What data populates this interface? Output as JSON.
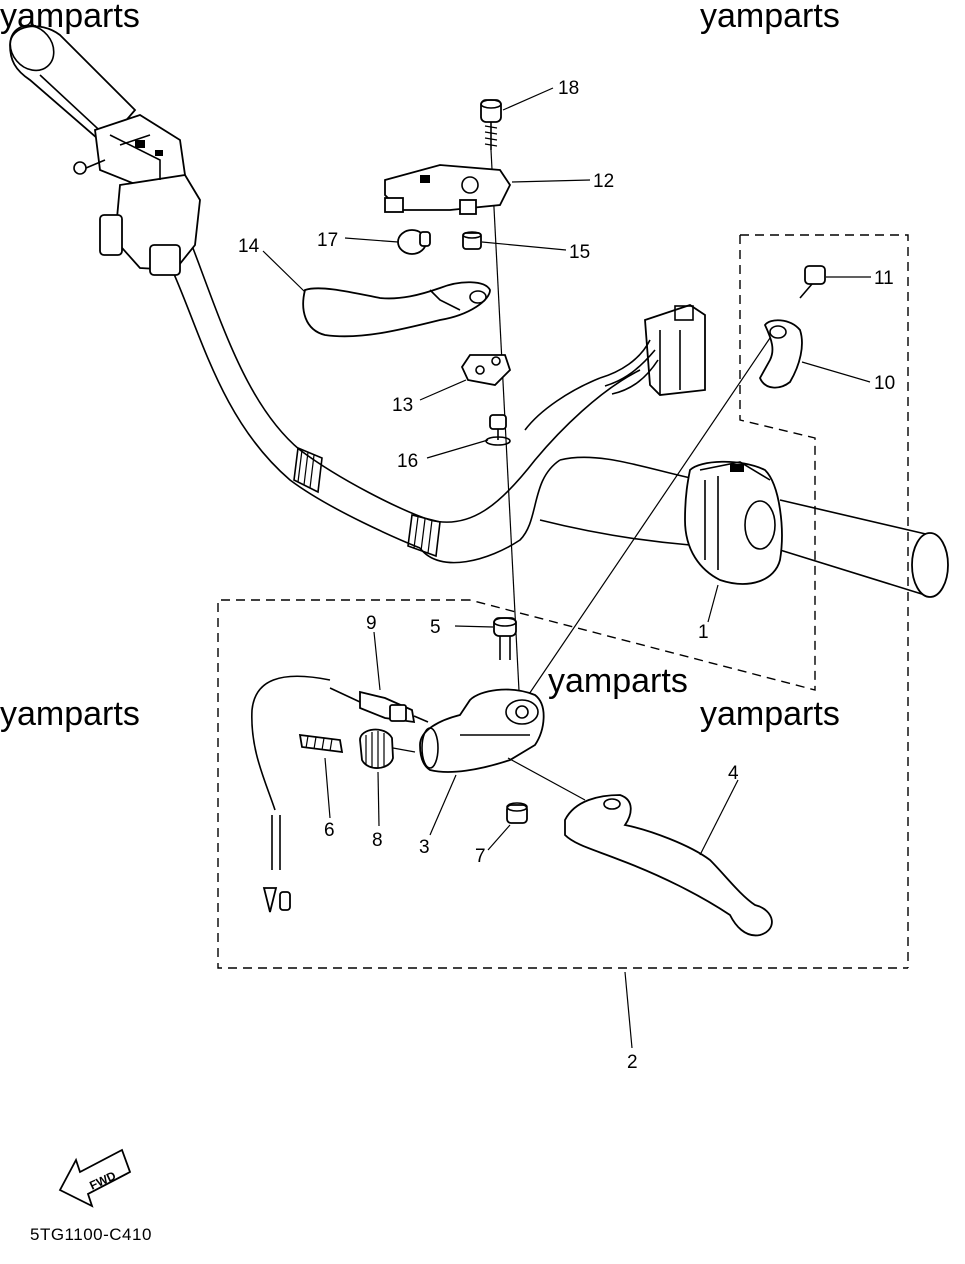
{
  "diagram": {
    "watermarks": [
      "yamparts",
      "yamparts",
      "yamparts",
      "yamparts",
      "yamparts"
    ],
    "part_labels": {
      "p1": "1",
      "p2": "2",
      "p3": "3",
      "p4": "4",
      "p5": "5",
      "p6": "6",
      "p7": "7",
      "p8": "8",
      "p9": "9",
      "p10": "10",
      "p11": "11",
      "p12": "12",
      "p13": "13",
      "p14": "14",
      "p15": "15",
      "p16": "16",
      "p17": "17",
      "p18": "18"
    },
    "fwd_label": "FWD",
    "figure_code": "5TG1100-C410"
  }
}
